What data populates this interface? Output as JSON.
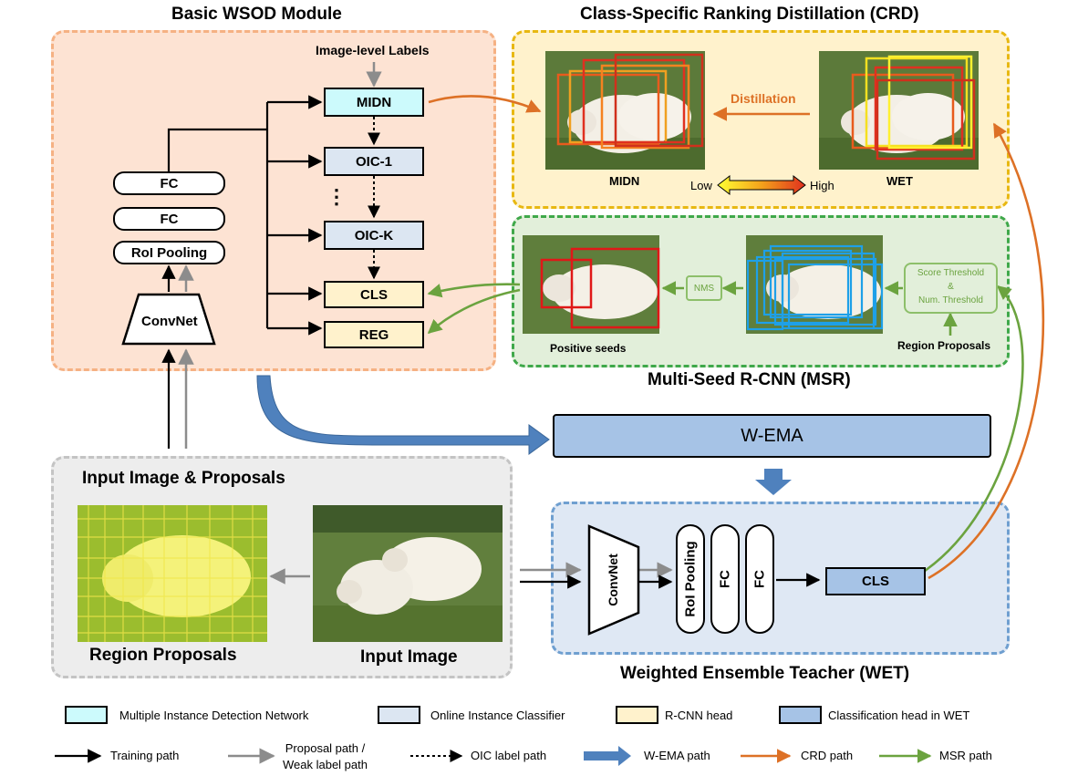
{
  "panels": {
    "wsod_title": "Basic WSOD Module",
    "crd_title": "Class-Specific Ranking Distillation (CRD)",
    "msr_title": "Multi-Seed R-CNN (MSR)",
    "input_title": "Input Image & Proposals",
    "wet_title": "Weighted Ensemble Teacher (WET)"
  },
  "wsod": {
    "image_labels": "Image-level Labels",
    "midn": "MIDN",
    "oic1": "OIC-1",
    "dots": "⋮",
    "oick": "OIC-K",
    "cls": "CLS",
    "reg": "REG",
    "fc1": "FC",
    "fc2": "FC",
    "roi": "RoI Pooling",
    "convnet": "ConvNet"
  },
  "crd": {
    "midn_label": "MIDN",
    "wet_label": "WET",
    "distillation": "Distillation",
    "low": "Low",
    "high": "High"
  },
  "msr": {
    "positive_seeds": "Positive seeds",
    "nms": "NMS",
    "score_threshold": "Score Threshold",
    "amp": "&",
    "num_threshold": "Num. Threshold",
    "region_proposals": "Region Proposals"
  },
  "wema": {
    "label": "W-EMA"
  },
  "input": {
    "region_proposals": "Region Proposals",
    "input_image": "Input Image"
  },
  "wet": {
    "convnet": "ConvNet",
    "roi": "RoI Pooling",
    "fc1": "FC",
    "fc2": "FC",
    "cls": "CLS"
  },
  "legend": {
    "midn": "Multiple Instance Detection Network",
    "oic": "Online Instance Classifier",
    "rcnn": "R-CNN head",
    "wet_cls": "Classification head in WET",
    "training": "Training path",
    "proposal_1": "Proposal path /",
    "proposal_2": "Weak label path",
    "oic_label": "OIC label path",
    "wema_path": "W-EMA path",
    "crd_path": "CRD path",
    "msr_path": "MSR path"
  },
  "colors": {
    "wsod_bg": "#fde3d3",
    "wsod_border": "#f5b183",
    "crd_bg": "#fff2cc",
    "crd_border": "#e8b812",
    "msr_bg": "#e2efda",
    "msr_border": "#3fa84a",
    "input_bg": "#ededed",
    "input_border": "#b7b7b7",
    "wet_bg": "#dfe8f4",
    "wet_border": "#6f9fd0",
    "midn_fill": "#ccfafc",
    "oic_fill": "#dce6f2",
    "rcnn_fill": "#fff2cc",
    "wetcls_fill": "#a6c3e6",
    "orange": "#dd7126",
    "green": "#6ba33f",
    "blue": "#4a7ebb",
    "gray": "#8c8c8c"
  }
}
